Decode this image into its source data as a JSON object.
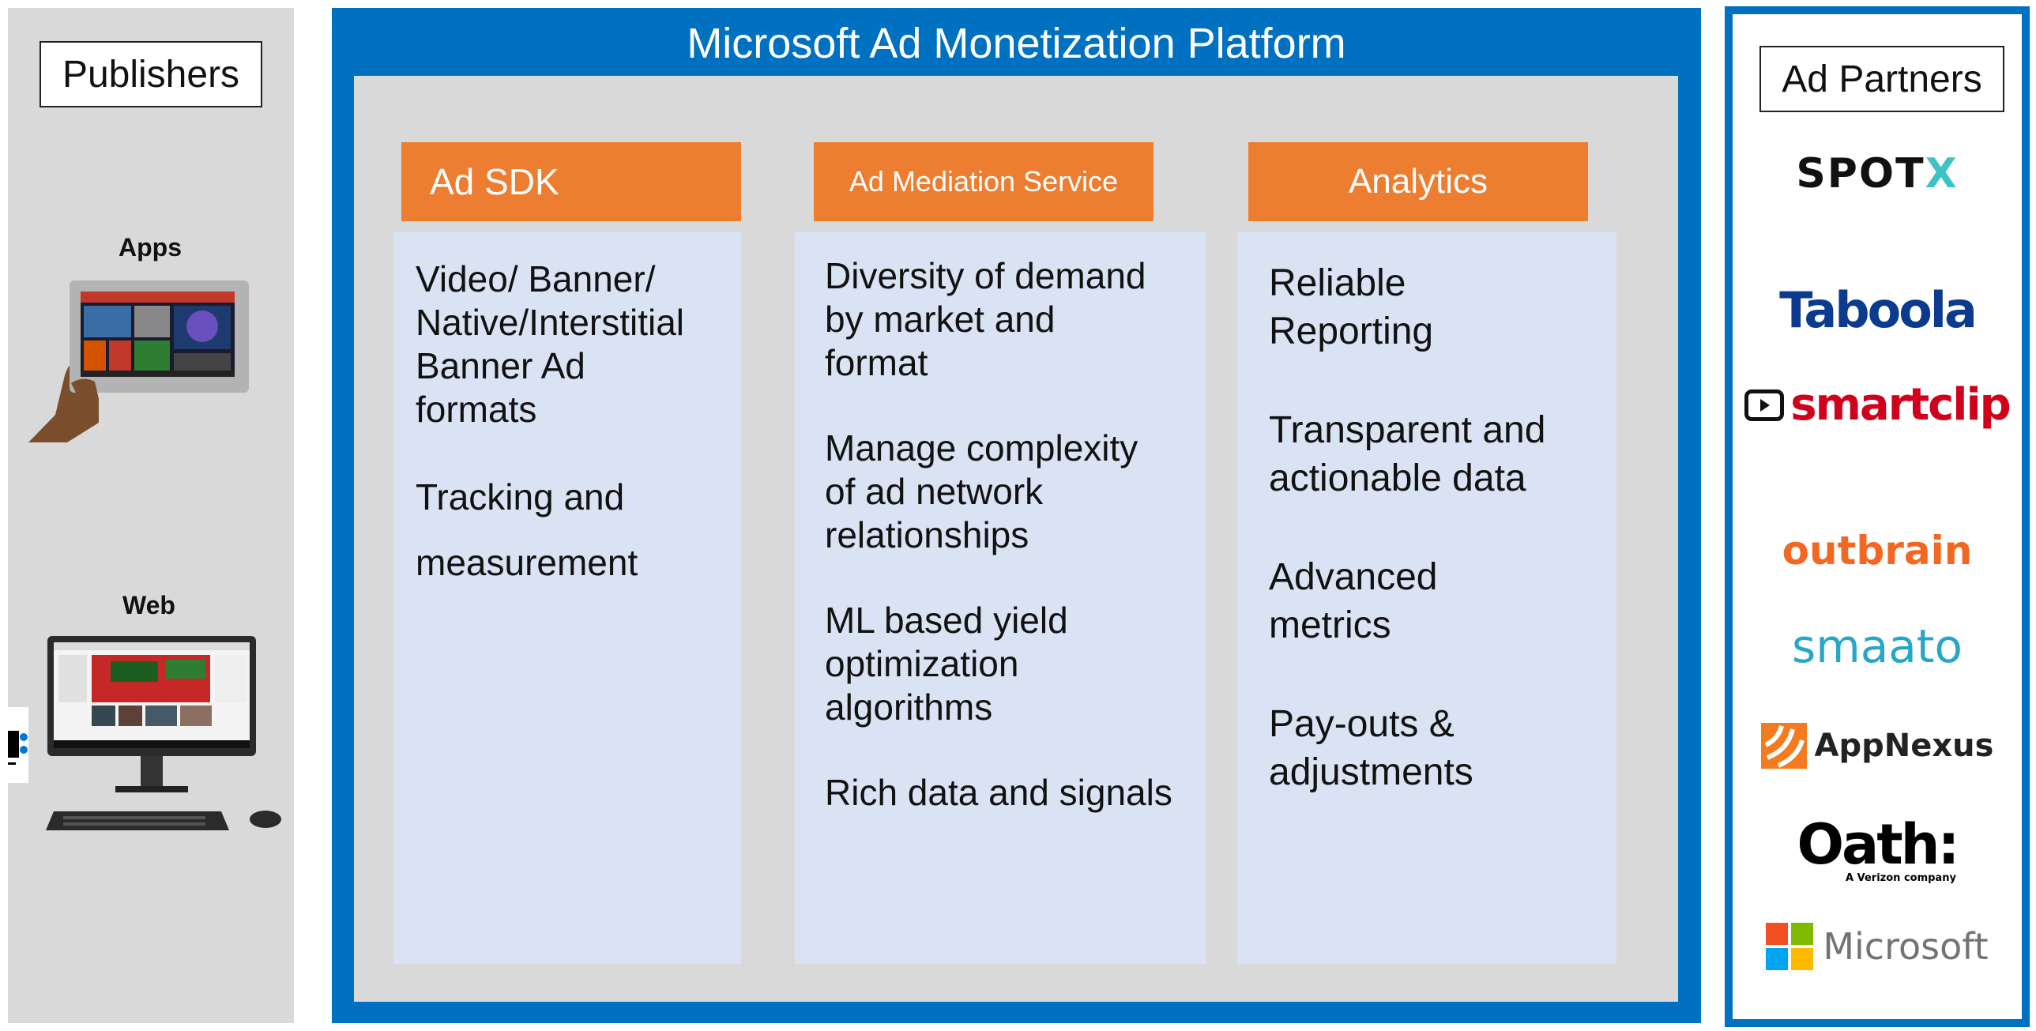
{
  "publishers": {
    "title": "Publishers",
    "apps_label": "Apps",
    "web_label": "Web"
  },
  "platform": {
    "title": "Microsoft Ad Monetization Platform",
    "columns": [
      {
        "header": "Ad SDK",
        "items": [
          "Video/ Banner/ Native/Interstitial Banner Ad formats",
          "Tracking and",
          "measurement"
        ]
      },
      {
        "header": "Ad Mediation Service",
        "items": [
          "Diversity of demand by market and format",
          "Manage complexity of ad network relationships",
          "ML based yield optimization algorithms",
          "Rich data and signals"
        ]
      },
      {
        "header": "Analytics",
        "items": [
          "Reliable Reporting",
          "Transparent and actionable data",
          "Advanced metrics",
          "Pay-outs & adjustments"
        ]
      }
    ]
  },
  "partners": {
    "title": "Ad Partners",
    "logos": [
      {
        "spot": "SPOT",
        "x": "X"
      },
      {
        "text": "Taboola"
      },
      {
        "text": "smartclip"
      },
      {
        "text": "outbrain"
      },
      {
        "text": "smaato"
      },
      {
        "text": "AppNexus"
      },
      {
        "text": "Oath:",
        "sub": "A Verizon company"
      },
      {
        "text": "Microsoft"
      }
    ]
  },
  "colors": {
    "platform_blue": "#0070c0",
    "header_orange": "#ed7d31",
    "body_lightblue": "#dae3f3",
    "panel_gray": "#d9d9d9"
  }
}
